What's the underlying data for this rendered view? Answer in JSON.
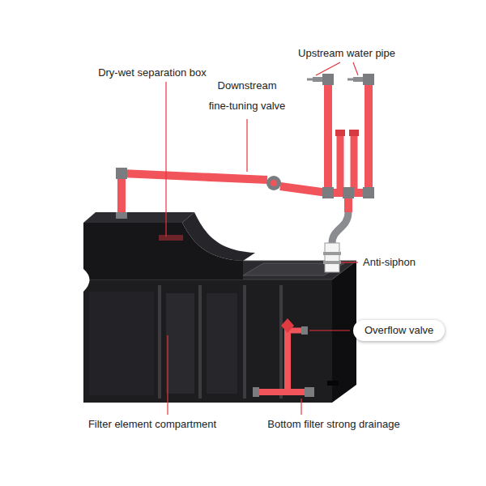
{
  "diagram": {
    "labels": [
      "Upstream water pipe",
      "Dry-wet separation box",
      "Downstream fine-tuning valve",
      "Anti-siphon",
      "Overflow valve",
      "Filter element compartment",
      "Bottom filter strong drainage"
    ]
  }
}
